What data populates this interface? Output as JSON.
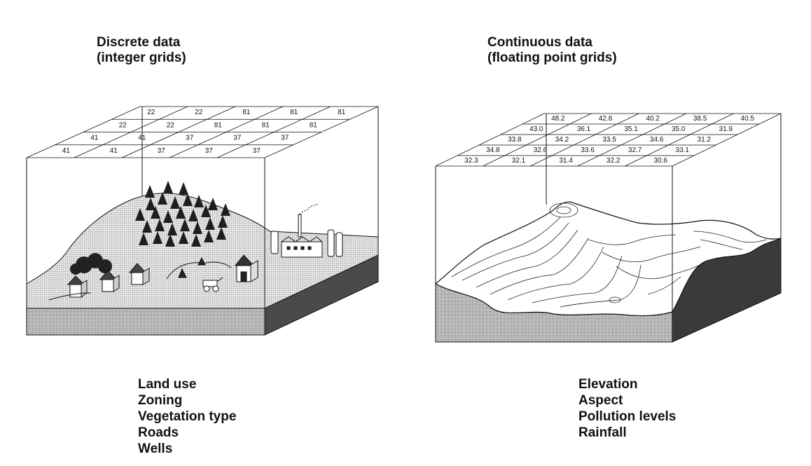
{
  "discrete": {
    "title_line1": "Discrete data",
    "title_line2": "(integer grids)",
    "grid_rows": [
      [
        "22",
        "22",
        "81",
        "81",
        "81"
      ],
      [
        "22",
        "22",
        "81",
        "81",
        "81"
      ],
      [
        "41",
        "41",
        "37",
        "37",
        "37"
      ],
      [
        "41",
        "41",
        "37",
        "37",
        "37"
      ]
    ],
    "uses": [
      "Land use",
      "Zoning",
      "Vegetation type",
      "Roads",
      "Wells"
    ]
  },
  "continuous": {
    "title_line1": "Continuous data",
    "title_line2": "(floating point grids)",
    "grid_rows": [
      [
        "48.2",
        "42.8",
        "40.2",
        "38.5",
        "40.5"
      ],
      [
        "43.0",
        "36.1",
        "35.1",
        "35.0",
        "31.9"
      ],
      [
        "33.8",
        "34.2",
        "33.5",
        "34.6",
        "31.2"
      ],
      [
        "34.8",
        "32.6",
        "33.6",
        "32.7",
        "33.1"
      ],
      [
        "32.3",
        "32.1",
        "31.4",
        "32.2",
        "30.6"
      ]
    ],
    "uses": [
      "Elevation",
      "Aspect",
      "Pollution levels",
      "Rainfall"
    ]
  },
  "colors": {
    "line": "#111111",
    "ground": "#d6d6d6",
    "base_front": "#c4c4c4",
    "base_side": "#3a3a3a",
    "tree": "#1e1e1e"
  }
}
